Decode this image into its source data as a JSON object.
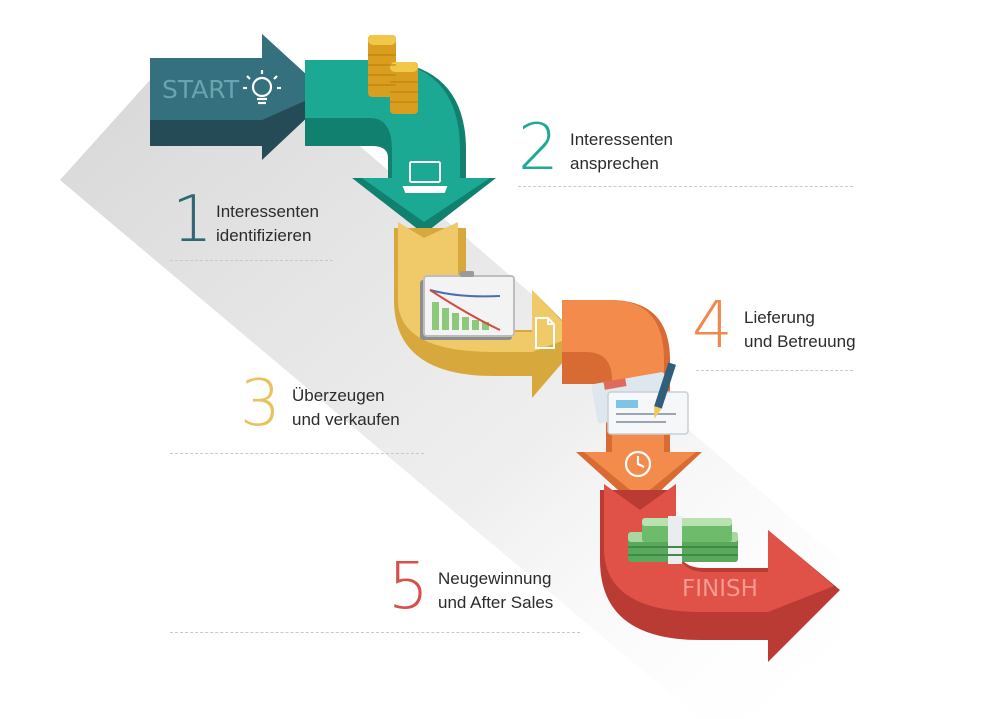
{
  "start_label": "START",
  "finish_label": "FINISH",
  "steps": [
    {
      "number": "1",
      "line1": "Interessenten",
      "line2": "identifizieren",
      "color": "#2f6873"
    },
    {
      "number": "2",
      "line1": "Interessenten",
      "line2": "ansprechen",
      "color": "#1faa95"
    },
    {
      "number": "3",
      "line1": "Überzeugen",
      "line2": "und verkaufen",
      "color": "#e8c25c"
    },
    {
      "number": "4",
      "line1": "Lieferung",
      "line2": "und Betreuung",
      "color": "#ee8a4e"
    },
    {
      "number": "5",
      "line1": "Neugewinnung",
      "line2": "und After Sales",
      "color": "#d9504a"
    }
  ],
  "colors": {
    "start_arrow": "#2f5f6a",
    "teal": "#169a86",
    "yellow": "#ecc766",
    "orange": "#f0874a",
    "red": "#dd5148"
  },
  "icons": [
    "lightbulb-icon",
    "coin-stack-icon",
    "laptop-icon",
    "chart-board-icon",
    "document-icon",
    "contract-pen-icon",
    "clock-icon",
    "money-stack-icon"
  ]
}
